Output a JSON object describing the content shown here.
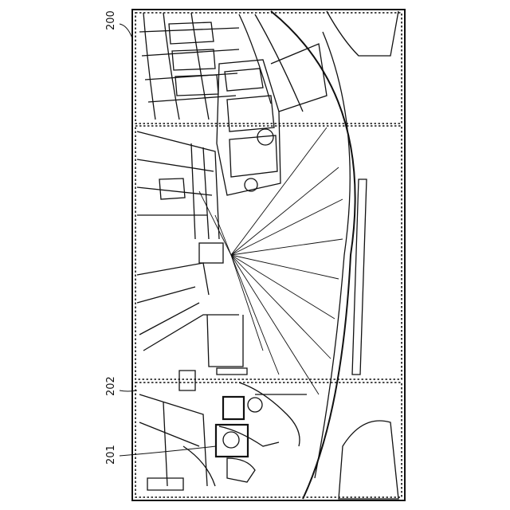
{
  "figure": {
    "labels": {
      "frame": "200",
      "box_upper": "202",
      "box_lower": "201"
    },
    "colors": {
      "line": "#111111",
      "background": "#ffffff"
    }
  }
}
